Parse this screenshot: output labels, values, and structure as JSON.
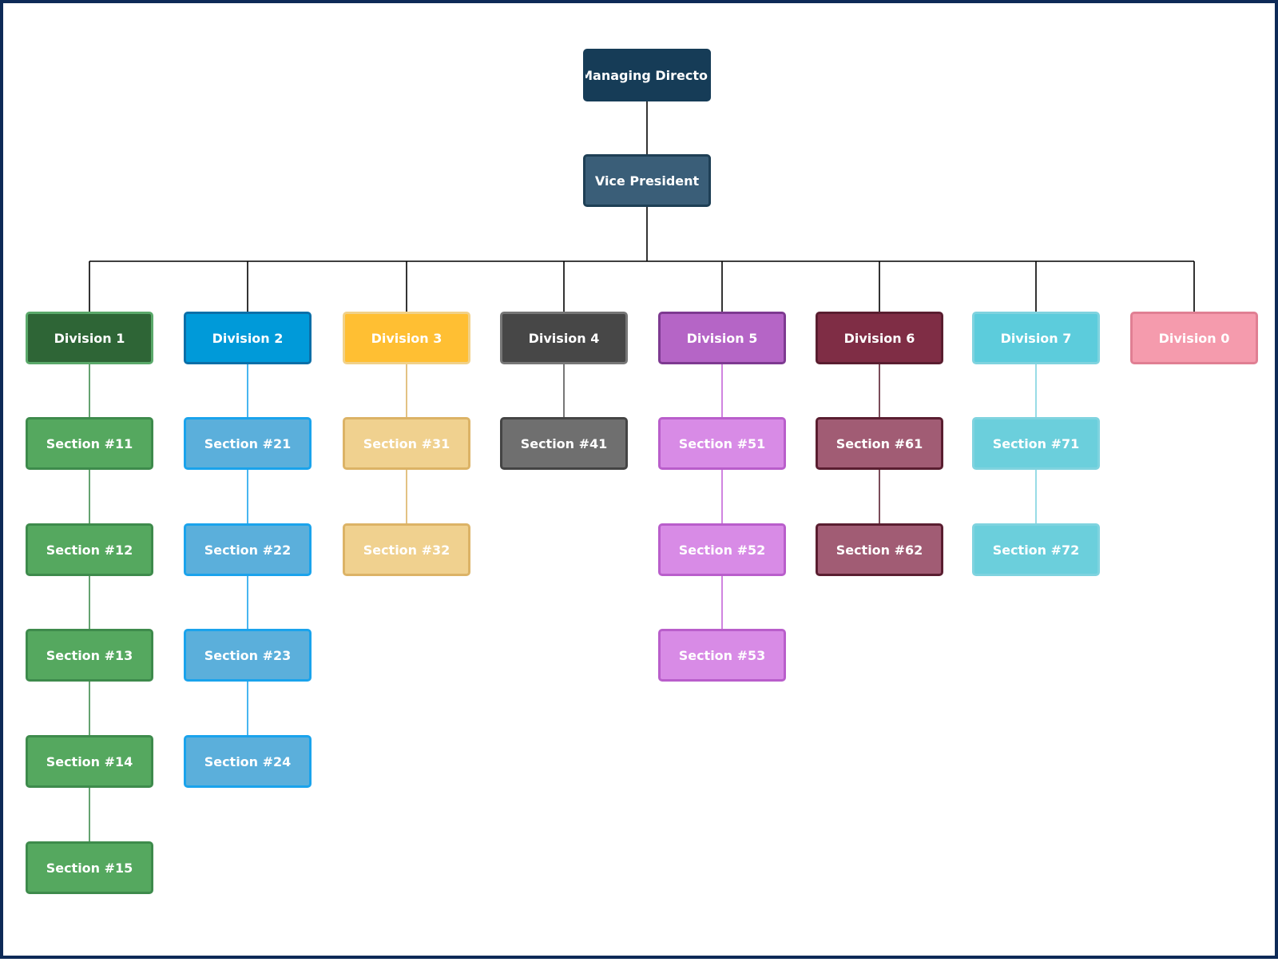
{
  "diagram": {
    "type": "org-chart",
    "top": {
      "label": "Managing Director",
      "fill": "#163c57",
      "border": "#163c57",
      "text": "#ffffff",
      "child": {
        "label": "Vice President",
        "fill": "#3a5e78",
        "border": "#1e3f55",
        "text": "#ffffff"
      }
    },
    "divisions": [
      {
        "label": "Division 1",
        "fill": "#2e6536",
        "border": "#5aa96a",
        "text": "#ffffff",
        "line": "#3e8b4c",
        "section_fill": "#55a85f",
        "section_border": "#3e8b4c",
        "section_text": "#ffffff",
        "sections": [
          "Section #11",
          "Section #12",
          "Section #13",
          "Section #14",
          "Section #15"
        ]
      },
      {
        "label": "Division 2",
        "fill": "#009ad9",
        "border": "#0b6fa8",
        "text": "#ffffff",
        "line": "#1aa3ec",
        "section_fill": "#5bafdb",
        "section_border": "#1aa3ec",
        "section_text": "#ffffff",
        "sections": [
          "Section #21",
          "Section #22",
          "Section #23",
          "Section #24"
        ]
      },
      {
        "label": "Division 3",
        "fill": "#ffbf33",
        "border": "#f1d189",
        "text": "#ffffff",
        "line": "#dcb366",
        "section_fill": "#f0d18f",
        "section_border": "#dcb366",
        "section_text": "#ffffff",
        "sections": [
          "Section #31",
          "Section #32"
        ]
      },
      {
        "label": "Division 4",
        "fill": "#474747",
        "border": "#777777",
        "text": "#ffffff",
        "line": "#555555",
        "section_fill": "#6f6f6f",
        "section_border": "#444444",
        "section_text": "#ffffff",
        "sections": [
          "Section #41"
        ]
      },
      {
        "label": "Division 5",
        "fill": "#b565c6",
        "border": "#7e3a91",
        "text": "#ffffff",
        "line": "#c466d8",
        "section_fill": "#d88be6",
        "section_border": "#b95ecb",
        "section_text": "#ffffff",
        "sections": [
          "Section #51",
          "Section #52",
          "Section #53"
        ]
      },
      {
        "label": "Division 6",
        "fill": "#7f2d45",
        "border": "#5a1e30",
        "text": "#ffffff",
        "line": "#5a1e30",
        "section_fill": "#a15c74",
        "section_border": "#5a1e30",
        "section_text": "#ffffff",
        "sections": [
          "Section #61",
          "Section #62"
        ]
      },
      {
        "label": "Division 7",
        "fill": "#5cccdc",
        "border": "#7fd3df",
        "text": "#ffffff",
        "line": "#7fd3df",
        "section_fill": "#6bcfdc",
        "section_border": "#7fd3df",
        "section_text": "#ffffff",
        "sections": [
          "Section #71",
          "Section #72"
        ]
      },
      {
        "label": "Division 0",
        "fill": "#f59bad",
        "border": "#e07f93",
        "text": "#ffffff",
        "line": "#e07f93",
        "section_fill": "#f59bad",
        "section_border": "#e07f93",
        "section_text": "#ffffff",
        "sections": []
      }
    ],
    "connector_color": "#000000",
    "frame_color": "#0d2a57"
  }
}
